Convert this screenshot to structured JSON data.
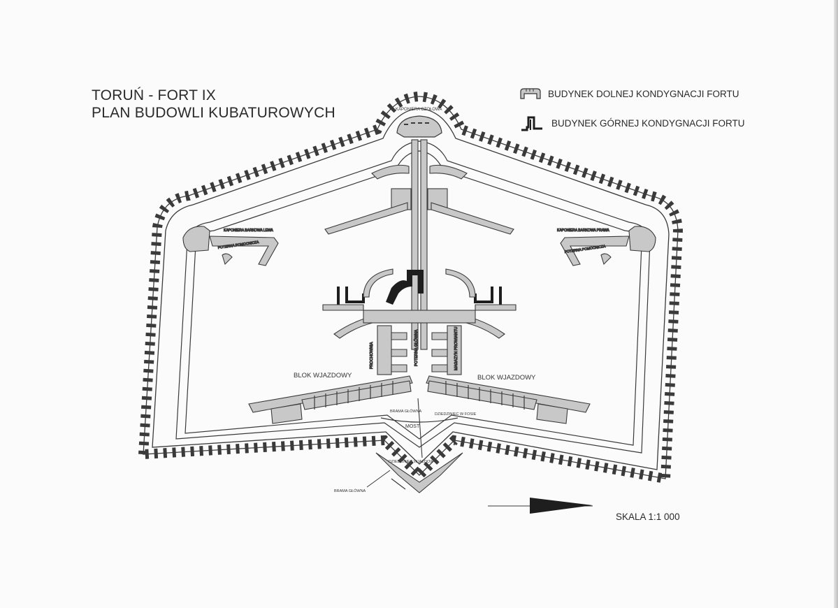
{
  "title": {
    "line1": "TORUŃ - FORT IX",
    "line2": "PLAN BUDOWLI KUBATUROWYCH"
  },
  "legend": {
    "lower": "BUDYNEK DOLNEJ KONDYGNACJI FORTU",
    "upper": "BUDYNEK GÓRNEJ KONDYGNACJI FORTU"
  },
  "scale": "SKALA 1:1 000",
  "labels": {
    "kaponiera_czolowa": "KAPONIERA CZOŁOWA",
    "kaponiera_lewa": "KAPONIERA BARKOWA LEWA",
    "kaponiera_prawa": "KAPONIERA BARKOWA PRAWA",
    "poterna_left": "POTERNA POMOCNICZA",
    "poterna_right": "POTERNA POMOCNICZA",
    "prochownia": "PROCHOWNIA",
    "poterna_glowna": "POTERNA GŁÓWNA",
    "magazyn": "MAGAZYN PROWIANTU",
    "blok_left": "BLOK WJAZDOWY",
    "blok_right": "BLOK WJAZDOWY",
    "brama_glowna_small": "BRAMA GŁÓWNA",
    "dziedziniec_fosie": "DZIEDZINIEC W FOSIE",
    "most": "MOST",
    "dziedziniec_wjazdowy": "DZIEDZINIEC WJAZDOWY",
    "brama_glowna": "BRAMA GŁÓWNA"
  },
  "colors": {
    "line": "#3a3a3a",
    "fill_lower": "#c8c8c8",
    "fill_upper": "#1e1e1e",
    "paper": "#fbfbfb"
  },
  "icons": [
    "lower-building-icon",
    "upper-building-icon",
    "north-arrow-icon"
  ]
}
